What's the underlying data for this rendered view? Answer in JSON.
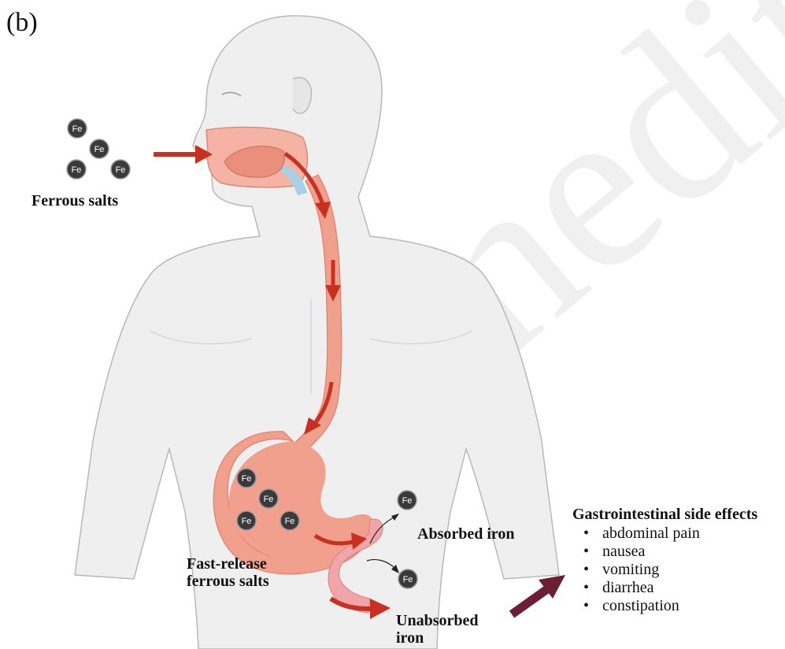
{
  "panel_label": "(b)",
  "labels": {
    "ferrous_salts": "Ferrous salts",
    "absorbed_iron": "Absorbed iron",
    "fast_release_line1": "Fast-release",
    "fast_release_line2": "ferrous salts",
    "unabsorbed_line1": "Unabsorbed",
    "unabsorbed_line2": "iron"
  },
  "side_effects": {
    "title": "Gastrointestinal side effects",
    "items": [
      "abdominal pain",
      "nausea",
      "vomiting",
      "diarrhea",
      "constipation"
    ]
  },
  "watermark": "Unedited",
  "iron_symbol": "Fe",
  "colors": {
    "body_fill": "#efefef",
    "body_outline": "#b8b8b8",
    "gi_tract": "#f2a08e",
    "gi_tract_dark": "#e07d69",
    "arrow_red": "#c8311f",
    "arrow_maroon": "#6b1f35",
    "fe_circle": "#3a3a3a"
  }
}
